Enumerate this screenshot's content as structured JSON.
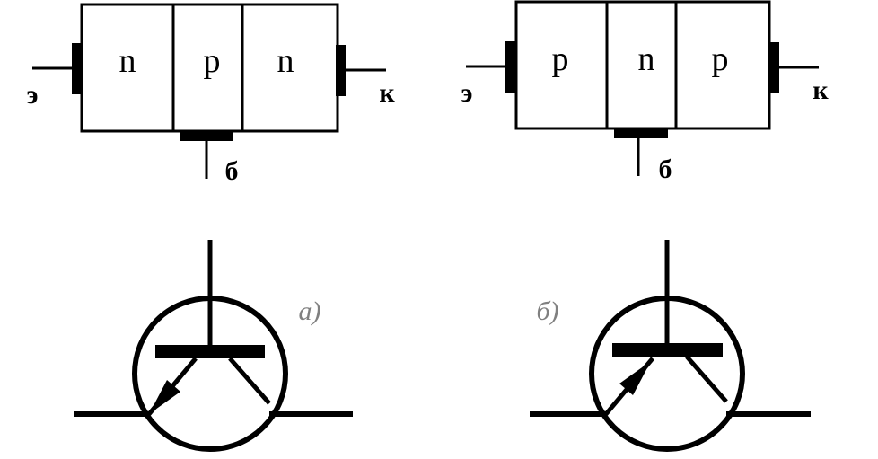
{
  "npn_structure": {
    "regions": [
      "n",
      "p",
      "n"
    ],
    "emitter_label": "э",
    "collector_label": "к",
    "base_label": "б"
  },
  "pnp_structure": {
    "regions": [
      "p",
      "n",
      "p"
    ],
    "emitter_label": "э",
    "collector_label": "к",
    "base_label": "б"
  },
  "symbols": {
    "npn_caption": "а)",
    "pnp_caption": "б)"
  },
  "colors": {
    "line": "#000000",
    "caption": "#808080",
    "background": "#ffffff"
  }
}
